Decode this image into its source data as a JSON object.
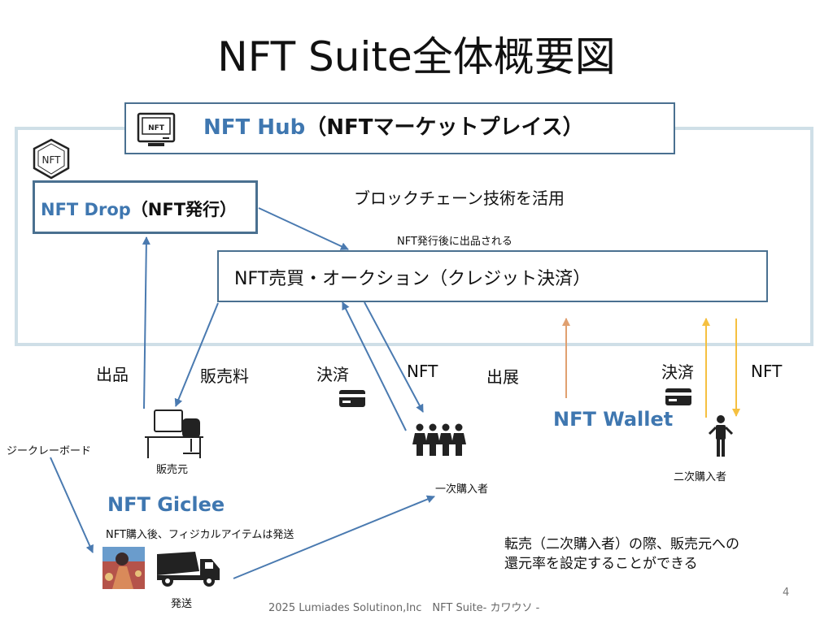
{
  "title": "NFT Suite全体概要図",
  "hub": {
    "name": "NFT Hub",
    "subtitle": "（NFTマーケットプレイス）"
  },
  "nft_logo_text": "NFT",
  "blockchain_label": "ブロックチェーン技術を活用",
  "drop": {
    "name": "NFT Drop",
    "subtitle": "（NFT発行）"
  },
  "listing_note": "NFT発行後に出品される",
  "auction_label": "NFT売買・オークション（クレジット決済）",
  "labels": {
    "listing": "出品",
    "sales_fee": "販売料",
    "payment_1": "決済",
    "nft_1": "NFT",
    "exhibit": "出展",
    "payment_2": "決済",
    "nft_2": "NFT"
  },
  "wallet": "NFT Wallet",
  "seller": "販売元",
  "primary_buyer": "一次購入者",
  "secondary_buyer": "二次購入者",
  "gicleeboard": "ジークレーボード",
  "giclee": {
    "name": "NFT Giclee",
    "note": "NFT購入後、フィジカルアイテムは発送",
    "shipping": "発送"
  },
  "resale_note": {
    "line1": "転売（二次購入者）の際、販売元への",
    "line2": "還元率を設定することができる"
  },
  "footer": "2025 Lumiades Solutinon,Inc　NFT Suite- カワウソ -",
  "page_number": "4",
  "colors": {
    "arrow_blue": "#4a7ab0",
    "arrow_orange": "#e0a070",
    "arrow_yellow": "#f5c040",
    "border_light": "#cfdfe7",
    "text_blue": "#3f77b0"
  }
}
